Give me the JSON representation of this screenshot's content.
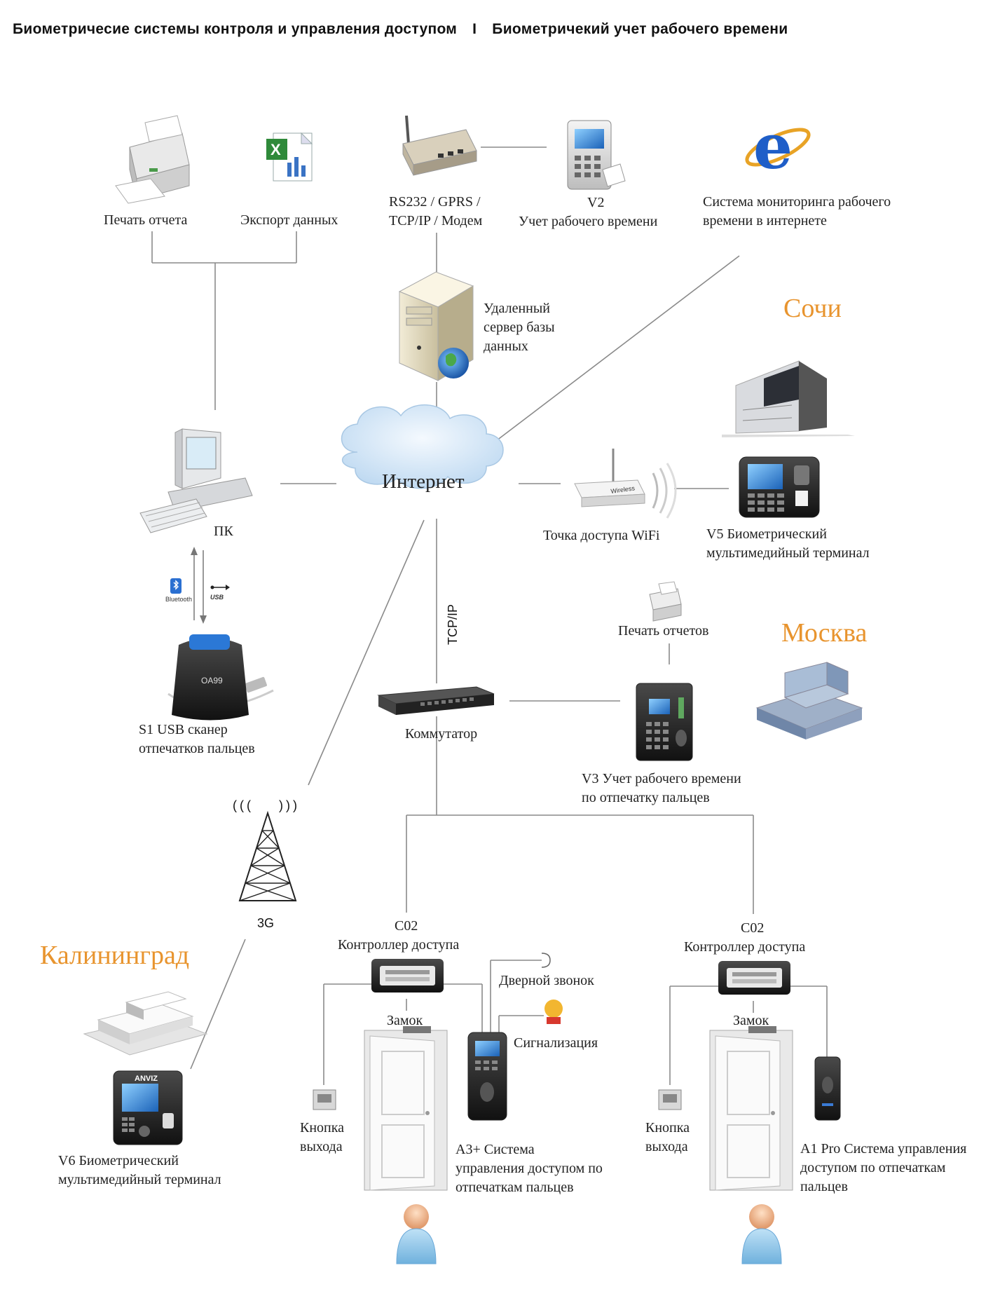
{
  "header": {
    "left": "Биометричесие системы контроля и управления доступом",
    "separator": "I",
    "right": "Биометричекий учет рабочего времени"
  },
  "cities": {
    "sochi": "Сочи",
    "moscow": "Москва",
    "kaliningrad": "Калининград"
  },
  "nodes": {
    "print_report": "Печать отчета",
    "export_data": "Экспорт данных",
    "modem_line1": "RS232 / GPRS /",
    "modem_line2": "TCP/IP / Модем",
    "v2_line1": "V2",
    "v2_line2": "Учет рабочего времени",
    "monitoring_line1": "Система мониторинга рабочего",
    "monitoring_line2": "времени в интернете",
    "server_line1": "Удаленный",
    "server_line2": "сервер базы",
    "server_line3": "данных",
    "pc": "ПК",
    "internet": "Интернет",
    "wifi": "Точка доступа WiFi",
    "v5_line1": "V5 Биометрический",
    "v5_line2": "мультимедийный терминал",
    "bluetooth": "Bluetooth",
    "usb": "USB",
    "s1_line1": "S1 USB сканер",
    "s1_line2": "отпечатков пальцев",
    "tcpip": "TCP/IP",
    "print_reports": "Печать отчетов",
    "switch": "Коммутатор",
    "v3_line1": "V3 Учет рабочего времени",
    "v3_line2": "по отпечатку пальцев",
    "tower": "3G",
    "v6_line1": "V6 Биометрический",
    "v6_line2": "мультимедийный терминал",
    "c02_left_line1": "C02",
    "c02_left_line2": "Контроллер доступа",
    "c02_right_line1": "C02",
    "c02_right_line2": "Контроллер доступа",
    "doorbell": "Дверной звонок",
    "alarm": "Сигнализация",
    "lock_left": "Замок",
    "lock_right": "Замок",
    "exit_left_line1": "Кнопка",
    "exit_left_line2": "выхода",
    "exit_right_line1": "Кнопка",
    "exit_right_line2": "выхода",
    "a3_line1": "A3+ Система",
    "a3_line2": "управления доступом по",
    "a3_line3": "отпечаткам пальцев",
    "a1_line1": "A1 Pro Система управления",
    "a1_line2": "доступом по отпечаткам",
    "a1_line3": "пальцев",
    "device_oa99": "OA99",
    "device_anviz": "ANVIZ",
    "wireless": "Wireless"
  },
  "colors": {
    "city": "#e8942e",
    "line": "#8a8a8a"
  }
}
